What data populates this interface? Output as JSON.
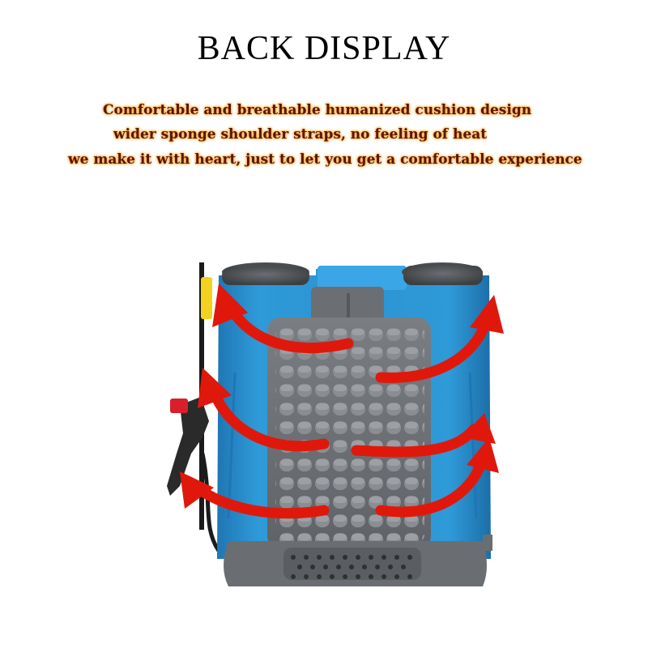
{
  "heading": "BACK DISPLAY",
  "description": {
    "line1": "Comfortable and breathable humanized cushion design",
    "line2": "wider sponge shoulder straps, no feeling of heat",
    "line3": "we make it with heart, just to let you get a comfortable experience"
  },
  "colors": {
    "tank": "#2a8fd0",
    "cushion": "#707478",
    "arrow": "#e0180c",
    "text": "#5a1600",
    "glow": "#ff9a2a"
  }
}
